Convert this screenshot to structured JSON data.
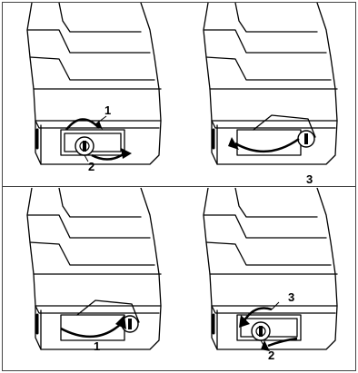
{
  "panels": [
    {
      "callouts": [
        "1",
        "2"
      ]
    },
    {
      "callouts": [
        "3"
      ]
    },
    {
      "callouts": [
        "1"
      ]
    },
    {
      "callouts": [
        "3",
        "2"
      ]
    }
  ]
}
